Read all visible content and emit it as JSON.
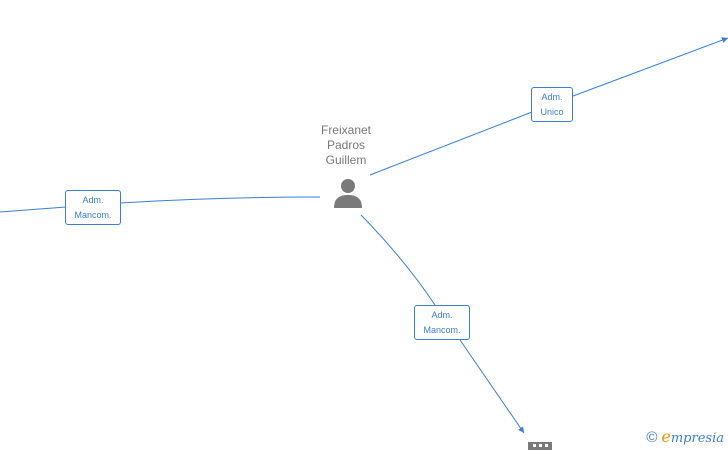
{
  "person": {
    "name_lines": [
      "Freixanet",
      "Padros",
      "Guillem"
    ],
    "icon": "person-icon"
  },
  "edges": [
    {
      "id": "edge-left",
      "label_lines": [
        "Adm.",
        "Mancom."
      ]
    },
    {
      "id": "edge-top-right",
      "label_lines": [
        "Adm.",
        "Unico"
      ]
    },
    {
      "id": "edge-bottom",
      "label_lines": [
        "Adm.",
        "Mancom."
      ]
    }
  ],
  "company": {
    "icon": "building-icon"
  },
  "watermark": {
    "copyright_symbol": "©",
    "brand_initial": "e",
    "brand_rest": "mpresia"
  },
  "colors": {
    "edge": "#3a7fd5",
    "node_text": "#777777",
    "person_icon": "#7a7a7a",
    "brand_accent": "#f29400"
  }
}
